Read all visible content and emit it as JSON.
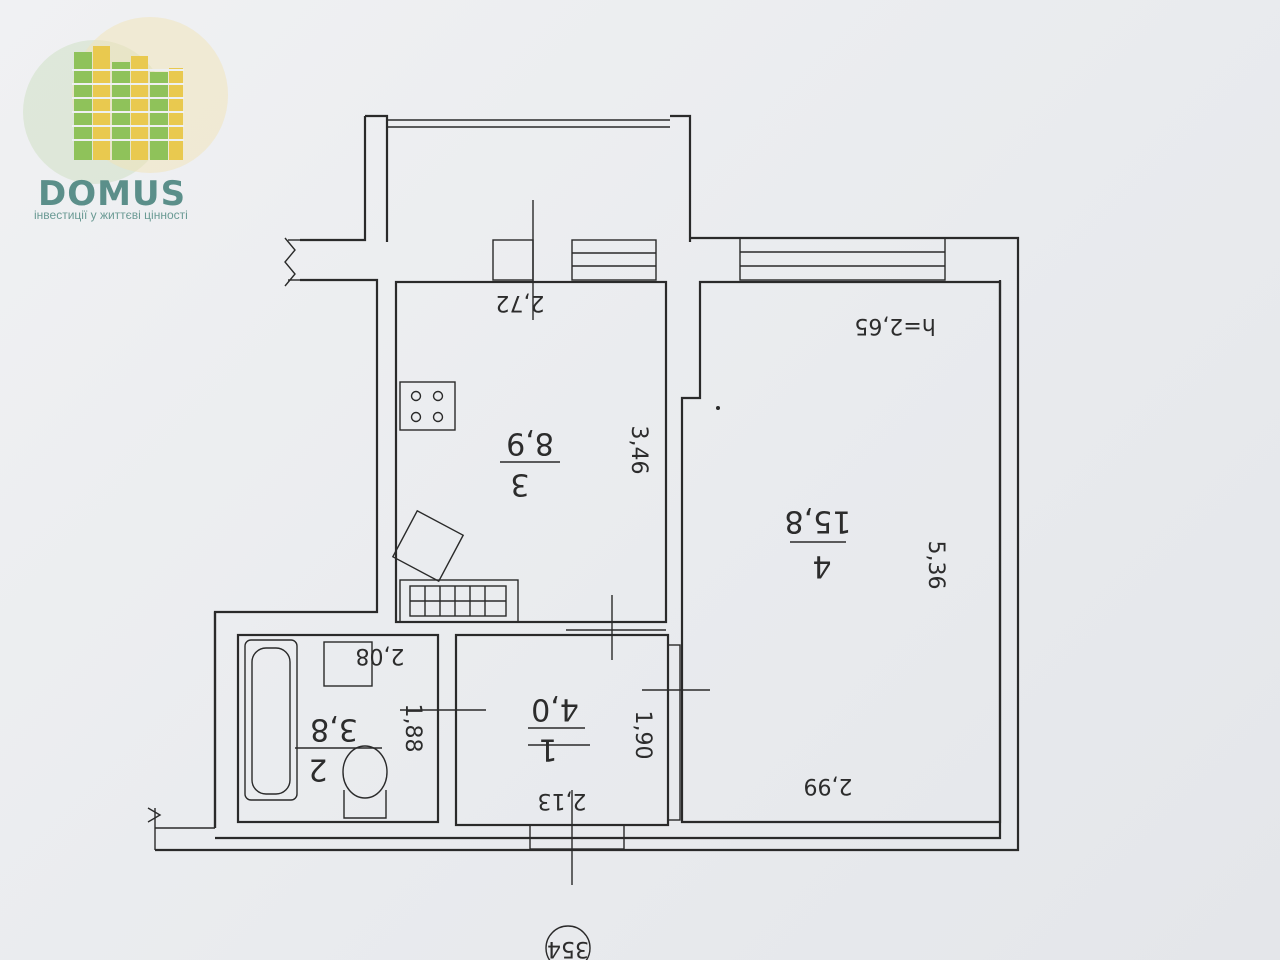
{
  "logo": {
    "name": "DOMUS",
    "tagline": "інвестиції у життєві цінності",
    "colors": {
      "green": "#8fc25a",
      "teal": "#5b8f8a",
      "yellow": "#e9c94f"
    }
  },
  "plan": {
    "height_label": "h=2,65",
    "sheet_number": "354",
    "rooms": [
      {
        "number": "1",
        "area": "4,0"
      },
      {
        "number": "2",
        "area": "3,8"
      },
      {
        "number": "3",
        "area": "8,9"
      },
      {
        "number": "4",
        "area": "15,8"
      }
    ],
    "dimensions": {
      "kitchen_width": "2,72",
      "kitchen_length": "3,46",
      "room_length": "5,36",
      "room_width": "2,99",
      "bath_width": "2,08",
      "bath_length": "1,88",
      "hall_length": "1,90",
      "hall_width": "2,13"
    }
  }
}
